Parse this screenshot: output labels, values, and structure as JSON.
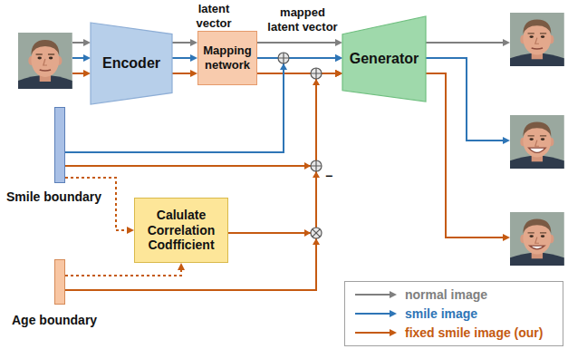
{
  "diagram": {
    "nodes": [
      {
        "text": [
          "Encoder"
        ]
      },
      {
        "text": [
          "Mapping network"
        ]
      },
      {
        "text": [
          "Generator"
        ]
      },
      {
        "text": [
          "Smile boundary"
        ]
      },
      {
        "text": [
          "Calulate Correlation Codfficient"
        ]
      },
      {
        "text": [
          "Age boundary"
        ]
      }
    ],
    "edges": [
      {
        "from": 0,
        "to": 1,
        "arrow": "to"
      },
      {
        "from": 0,
        "to": 1,
        "arrow": "to"
      },
      {
        "from": 0,
        "to": 1,
        "arrow": "to"
      },
      {
        "from": 1,
        "to": 2,
        "arrow": "to"
      },
      {
        "from": 1,
        "to": 2,
        "arrow": "to"
      },
      {
        "from": 1,
        "to": 2,
        "arrow": "to"
      },
      {
        "from": 3,
        "to": 2,
        "arrow": "to"
      },
      {
        "from": 3,
        "to": 2,
        "arrow": "to"
      },
      {
        "from": 5,
        "to": 2,
        "arrow": "to"
      },
      {
        "from": 4,
        "to": 2,
        "arrow": "to"
      },
      {
        "from": 3,
        "to": 4,
        "arrow": "to"
      },
      {
        "from": 5,
        "to": 4,
        "arrow": "to"
      }
    ],
    "labels": [
      "latent vector",
      "mapped latent vector",
      "−"
    ],
    "legend": [
      {
        "text": "normal image"
      },
      {
        "text": "smile image"
      },
      {
        "text": "fixed smile image (our)"
      }
    ]
  }
}
